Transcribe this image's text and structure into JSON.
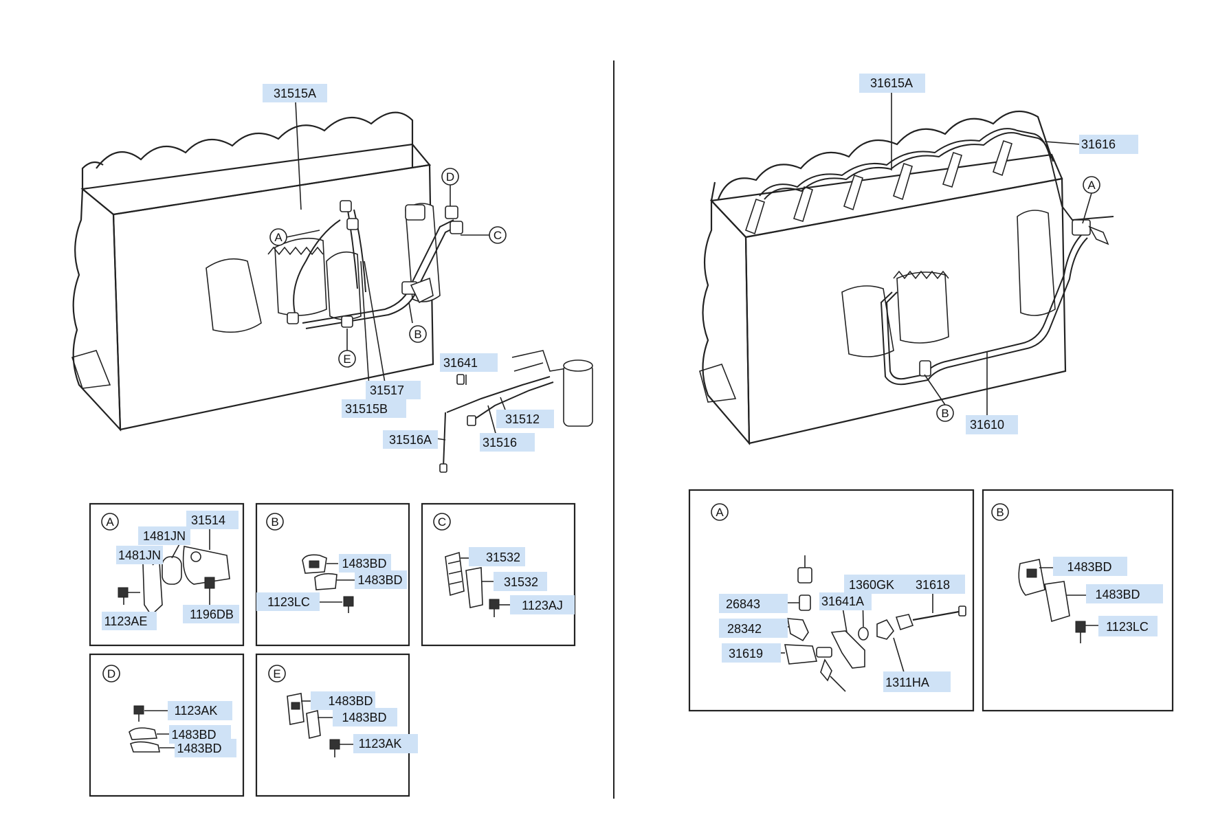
{
  "divider": true,
  "left_view": {
    "labels": {
      "l31515A": "31515A",
      "l31641": "31641",
      "l31517": "31517",
      "l31515B": "31515B",
      "l31512": "31512",
      "l31516A": "31516A",
      "l31516": "31516"
    },
    "callouts": {
      "A": "A",
      "B": "B",
      "C": "C",
      "D": "D",
      "E": "E"
    }
  },
  "right_view": {
    "labels": {
      "l31615A": "31615A",
      "l31616": "31616",
      "l31610": "31610"
    },
    "callouts": {
      "A": "A",
      "B": "B"
    }
  },
  "detail_boxes": {
    "left_A": {
      "title": "A",
      "labels": [
        "31514",
        "1481JN",
        "1481JN",
        "1123AE",
        "1196DB"
      ]
    },
    "left_B": {
      "title": "B",
      "labels": [
        "1483BD",
        "1483BD",
        "1123LC"
      ]
    },
    "left_C": {
      "title": "C",
      "labels": [
        "31532",
        "31532",
        "1123AJ"
      ]
    },
    "left_D": {
      "title": "D",
      "labels": [
        "1123AK",
        "1483BD",
        "1483BD"
      ]
    },
    "left_E": {
      "title": "E",
      "labels": [
        "1483BD",
        "1483BD",
        "1123AK"
      ]
    },
    "right_A": {
      "title": "A",
      "labels": [
        "1360GK",
        "31618",
        "26843",
        "31641A",
        "28342",
        "31619",
        "1311HA"
      ]
    },
    "right_B": {
      "title": "B",
      "labels": [
        "1483BD",
        "1483BD",
        "1123LC"
      ]
    }
  },
  "colors": {
    "label_bg": "#cfe2f6",
    "line": "#222222"
  }
}
